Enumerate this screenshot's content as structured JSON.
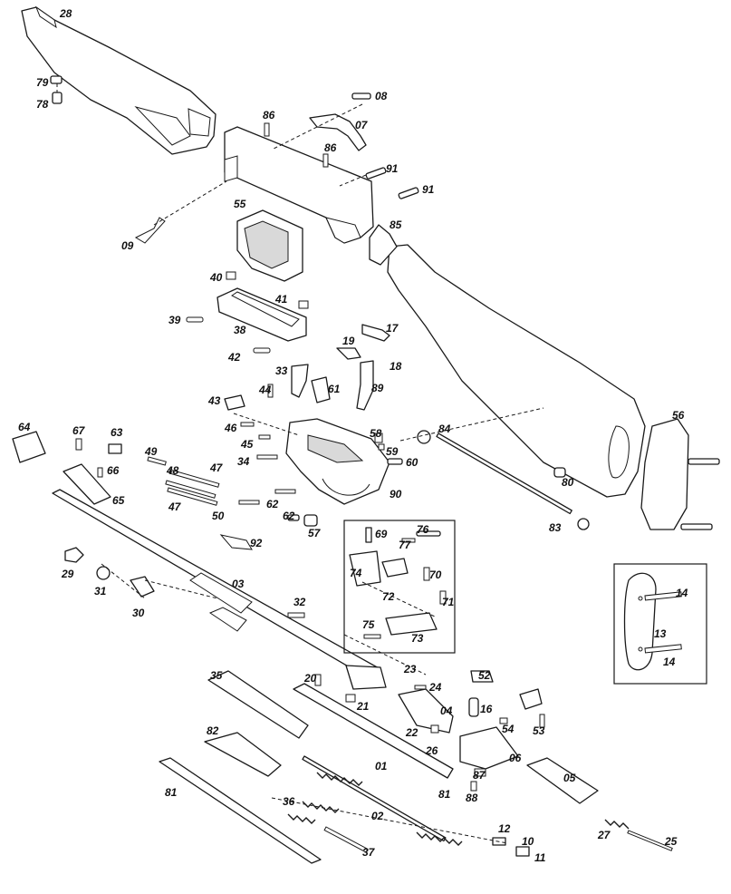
{
  "diagram": {
    "part_labels": [
      "28",
      "79",
      "78",
      "08",
      "86",
      "07",
      "86",
      "91",
      "91",
      "55",
      "85",
      "09",
      "40",
      "41",
      "39",
      "38",
      "42",
      "17",
      "19",
      "18",
      "33",
      "44",
      "61",
      "89",
      "43",
      "46",
      "45",
      "34",
      "58",
      "59",
      "84",
      "60",
      "64",
      "67",
      "63",
      "66",
      "49",
      "48",
      "47",
      "47",
      "65",
      "50",
      "62",
      "62",
      "57",
      "90",
      "80",
      "56",
      "83",
      "69",
      "76",
      "77",
      "74",
      "72",
      "70",
      "71",
      "75",
      "73",
      "92",
      "29",
      "31",
      "03",
      "30",
      "32",
      "13",
      "14",
      "14",
      "23",
      "24",
      "52",
      "35",
      "20",
      "21",
      "04",
      "16",
      "22",
      "54",
      "53",
      "26",
      "82",
      "01",
      "87",
      "88",
      "06",
      "05",
      "81",
      "81",
      "36",
      "02",
      "12",
      "10",
      "11",
      "27",
      "25",
      "37"
    ]
  }
}
